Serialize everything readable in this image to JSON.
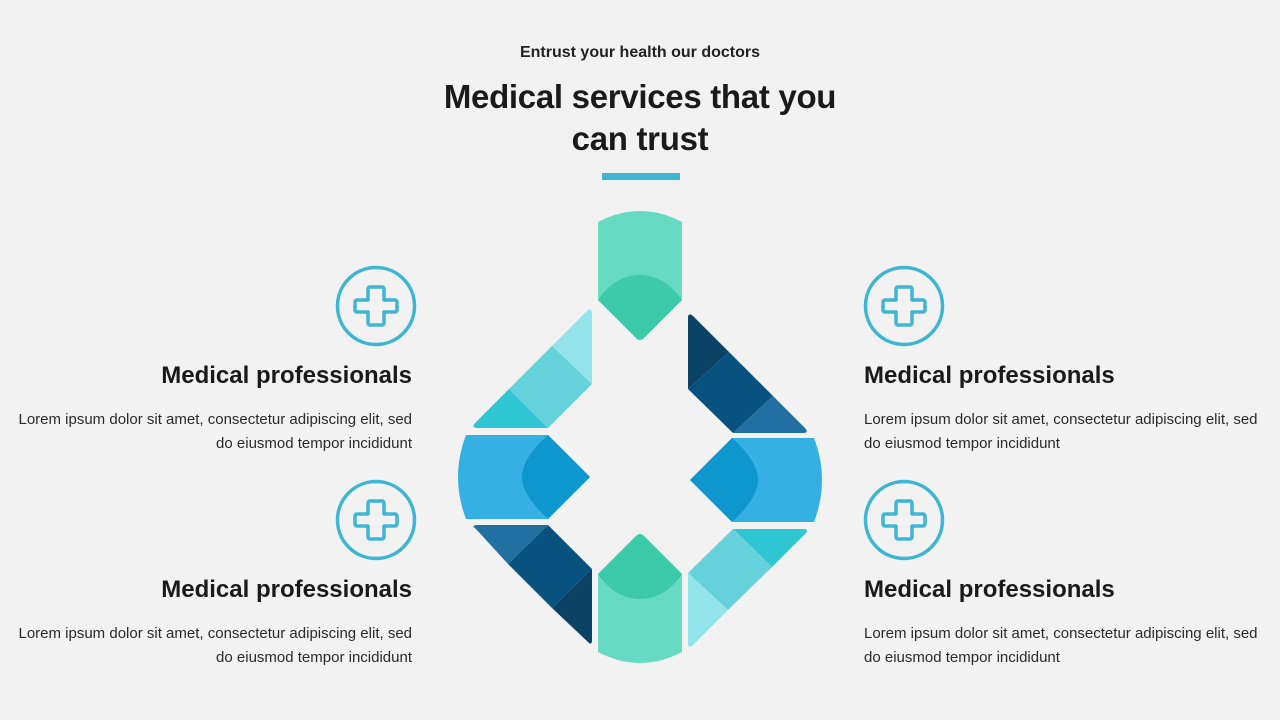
{
  "header": {
    "subtitle": "Entrust your health our doctors",
    "title": "Medical services that you can trust",
    "accent_color": "#3fb5d4"
  },
  "items": [
    {
      "position": "top-left",
      "icon": "medical-cross-icon",
      "title": "Medical professionals",
      "description": "Lorem ipsum dolor sit amet, consectetur adipiscing elit, sed do eiusmod tempor incididunt"
    },
    {
      "position": "bottom-left",
      "icon": "medical-cross-icon",
      "title": "Medical professionals",
      "description": "Lorem ipsum dolor sit amet, consectetur adipiscing elit, sed do eiusmod tempor incididunt"
    },
    {
      "position": "top-right",
      "icon": "medical-cross-icon",
      "title": "Medical professionals",
      "description": "Lorem ipsum dolor sit amet, consectetur adipiscing elit, sed do eiusmod tempor incididunt"
    },
    {
      "position": "bottom-right",
      "icon": "medical-cross-icon",
      "title": "Medical professionals",
      "description": "Lorem ipsum dolor sit amet, consectetur adipiscing elit, sed do eiusmod tempor incididunt"
    }
  ],
  "diagram": {
    "colors": {
      "green_light": "#67dbc2",
      "green_dark": "#3ccaa9",
      "teal_light": "#93e4ea",
      "teal_mid": "#65d1db",
      "teal_dark": "#2ec6d3",
      "blue_light": "#35b0e2",
      "blue_mid": "#0e97cf",
      "navy_light": "#226fa1",
      "navy_mid": "#08527f",
      "navy_dark": "#0b4266"
    }
  }
}
